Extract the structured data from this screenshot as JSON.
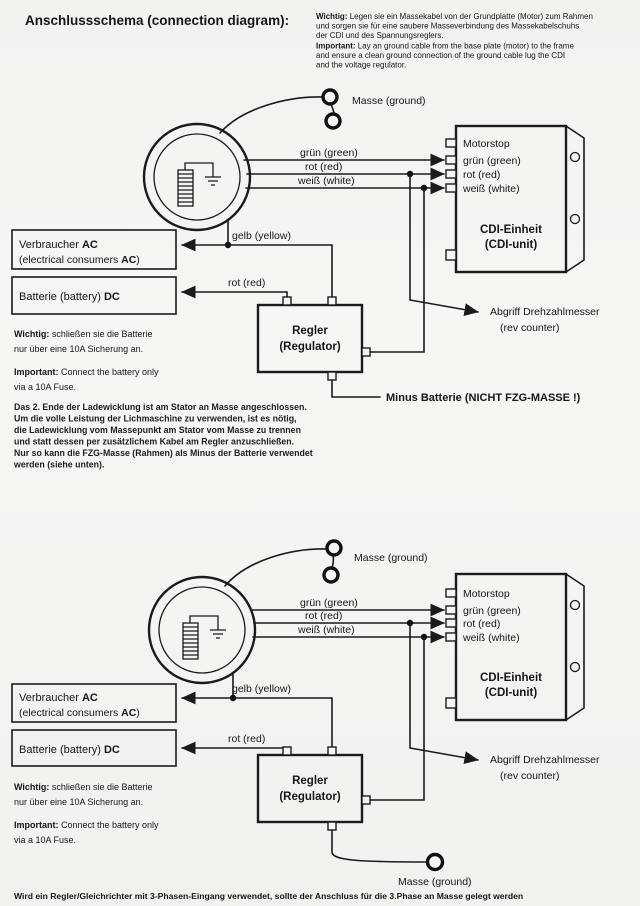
{
  "title": "Anschlussschema (connection diagram):",
  "header_note": {
    "wichtig_label": "Wichtig:",
    "wichtig_line1": " Legen sie ein Massekabel von der Grundplatte (Motor) zum Rahmen",
    "wichtig_line2": "und sorgen sie für eine saubere Masseverbindung des Massekabelschuhs",
    "wichtig_line3": "der CDI und des Spannungsreglers.",
    "important_label": "Important:",
    "important_line1": " Lay an ground cable from the base plate (motor) to the frame",
    "important_line2": "and ensure a clean ground connection of the ground cable lug the CDI",
    "important_line3": "and the voltage regulator."
  },
  "labels": {
    "masse_ground": "Masse (ground)",
    "green": "grün (green)",
    "red": "rot (red)",
    "white": "weiß (white)",
    "yellow": "gelb (yellow)",
    "motorstop": "Motorstop",
    "cdi_line1": "CDI-Einheit",
    "cdi_line2": "(CDI-unit)",
    "regler_line1": "Regler",
    "regler_line2": "(Regulator)",
    "rev_line1": "Abgriff Drehzahlmesser",
    "rev_line2": "(rev counter)",
    "minus_batterie": "Minus Batterie (NICHT FZG-MASSE !)",
    "consumers_pre": "Verbraucher ",
    "consumers_bold": "AC",
    "consumers2_pre": "(electrical consumers ",
    "consumers2_bold": "AC",
    "consumers2_post": ")",
    "battery_pre": "Batterie (battery) ",
    "battery_bold": "DC"
  },
  "battery_note": {
    "wichtig_label": "Wichtig:",
    "line1": " schließen sie die Batterie",
    "line2": "nur über eine 10A Sicherung an.",
    "important_label": "Important:",
    "line3": " Connect the battery only",
    "line4": "via a 10A Fuse."
  },
  "middle_note": {
    "line1": "Das 2. Ende der Ladewicklung ist am Stator an Masse angeschlossen.",
    "line2": "Um die volle Leistung der Lichmaschine zu verwenden, ist es nötig,",
    "line3": "die Ladewicklung vom Massepunkt am Stator vom Masse zu trennen",
    "line4": "und statt dessen per zusätzlichem Kabel am Regler anzuschließen.",
    "line5": "Nur so kann die FZG-Masse (Rahmen) als Minus der Batterie verwendet",
    "line6": "werden (siehe unten)."
  },
  "footer_note": "Wird ein Regler/Gleichrichter mit 3-Phasen-Eingang verwendet, sollte der Anschluss für die 3.Phase an Masse gelegt werden"
}
